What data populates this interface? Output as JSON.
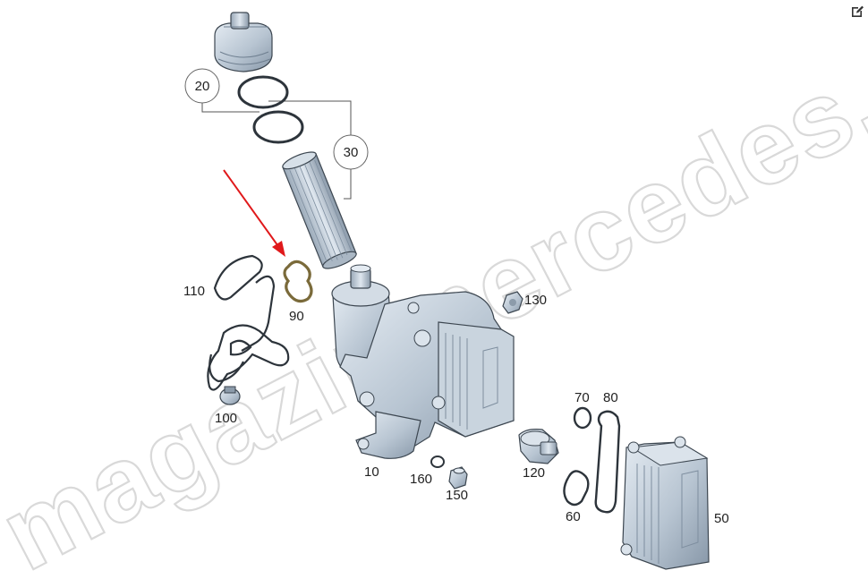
{
  "toolbar": {
    "edit_icon": "edit-icon"
  },
  "watermark": "magazinmercedes.ru",
  "callouts": {
    "p10": "10",
    "p20": "20",
    "p30": "30",
    "p50": "50",
    "p60": "60",
    "p70": "70",
    "p80": "80",
    "p90": "90",
    "p100": "100",
    "p110": "110",
    "p120": "120",
    "p130": "130",
    "p150": "150",
    "p160": "160"
  },
  "colors": {
    "part_fill": "#c3ced9",
    "part_shade": "#8a9aab",
    "part_outline": "#3c4650",
    "gasket": "#2d343b",
    "highlight_gasket": "#7a6a3a",
    "arrow": "#e0191b",
    "leader": "#555555"
  }
}
